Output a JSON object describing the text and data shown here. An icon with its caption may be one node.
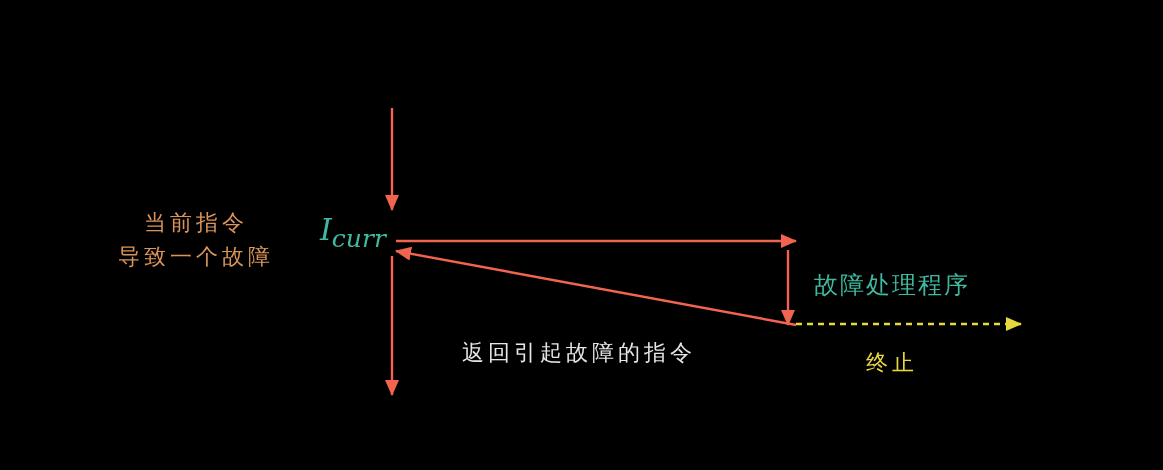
{
  "diagram": {
    "nodes": [
      {
        "text": [
          "I$_{curr}$"
        ]
      },
      {
        "text": [
          "故障处理程序"
        ]
      }
    ],
    "edges": [
      {
        "from": null,
        "to": 0,
        "arrow": "to"
      },
      {
        "from": 0,
        "to": null,
        "arrow": "to"
      },
      {
        "from": 0,
        "to": 1,
        "arrow": "to"
      },
      {
        "from": 1,
        "to": 0,
        "arrow": "to",
        "label": "返回引起故障的指令"
      },
      {
        "from": 1,
        "to": null,
        "arrow": "to",
        "label": "终止",
        "style": "dashed",
        "color": "#e8d840"
      }
    ],
    "labels": [
      "当前指令导致一个故障"
    ]
  }
}
